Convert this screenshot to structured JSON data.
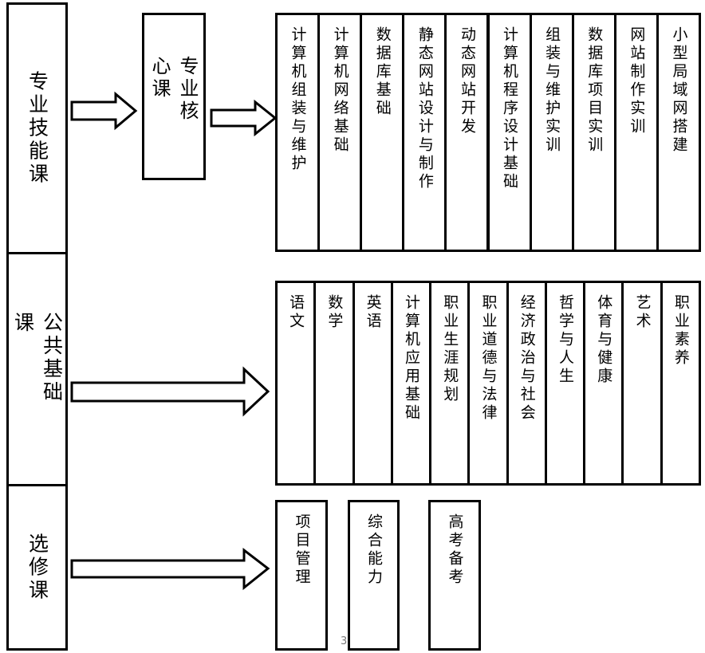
{
  "left_column": [
    {
      "label": "专业技能课"
    },
    {
      "label": "公共基础课"
    },
    {
      "label": "选修课"
    }
  ],
  "core_box": {
    "label": "专业核心课"
  },
  "core_courses": [
    "计算机组装与维护",
    "计算机网络基础",
    "数据库基础",
    "静态网站设计与制作",
    "动态网站开发",
    "计算机程序设计基础",
    "组装与维护实训",
    "数据库项目实训",
    "网站制作实训",
    "小型局域网搭建"
  ],
  "public_courses": [
    "语文",
    "数学",
    "英语",
    "计算机应用基础",
    "职业生涯规划",
    "职业道德与法律",
    "经济政治与社会",
    "哲学与人生",
    "体育与健康",
    "艺术",
    "职业素养"
  ],
  "elective_courses": [
    "项目管理",
    "综合能力",
    "高考备考"
  ],
  "page_number": "3"
}
